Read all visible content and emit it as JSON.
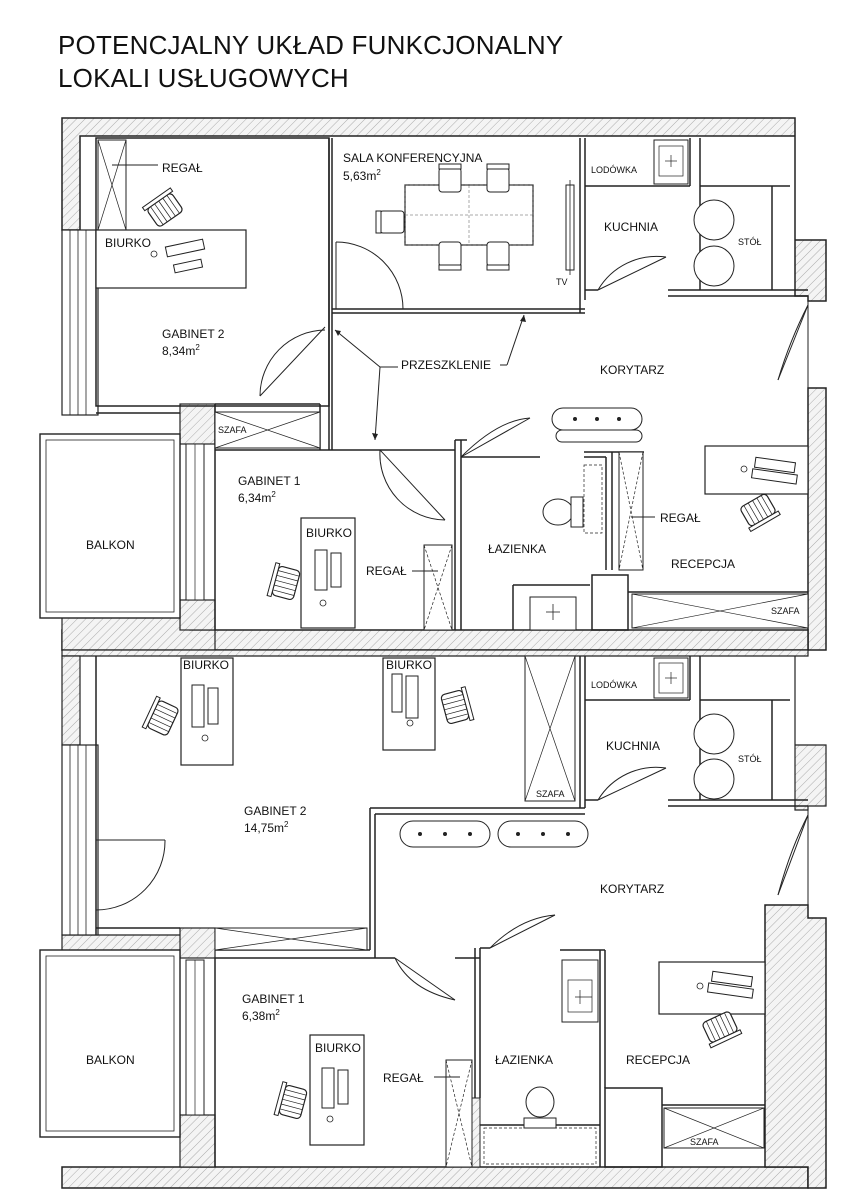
{
  "title": {
    "line1": "POTENCJALNY UKŁAD FUNKCJONALNY",
    "line2": "LOKALI USŁUGOWYCH"
  },
  "units": [
    {
      "rooms": [
        {
          "id": "gabinet2",
          "name": "GABINET 2",
          "area": "8,34m"
        },
        {
          "id": "sala",
          "name": "SALA KONFERENCYJNA",
          "area": "5,63m"
        },
        {
          "id": "kuchnia",
          "name": "KUCHNIA"
        },
        {
          "id": "korytarz",
          "name": "KORYTARZ"
        },
        {
          "id": "gabinet1",
          "name": "GABINET 1",
          "area": "6,34m"
        },
        {
          "id": "lazienka",
          "name": "ŁAZIENKA"
        },
        {
          "id": "recepcja",
          "name": "RECEPCJA"
        },
        {
          "id": "balkon",
          "name": "BALKON"
        }
      ],
      "fixtures": {
        "regal": "REGAŁ",
        "biurko": "BIURKO",
        "lodowka": "LODÓWKA",
        "stol": "STÓŁ",
        "tv": "TV",
        "szafa": "SZAFA",
        "przeszklenie": "PRZESZKLENIE"
      }
    },
    {
      "rooms": [
        {
          "id": "gabinet2",
          "name": "GABINET 2",
          "area": "14,75m"
        },
        {
          "id": "kuchnia",
          "name": "KUCHNIA"
        },
        {
          "id": "korytarz",
          "name": "KORYTARZ"
        },
        {
          "id": "gabinet1",
          "name": "GABINET 1",
          "area": "6,38m"
        },
        {
          "id": "lazienka",
          "name": "ŁAZIENKA"
        },
        {
          "id": "recepcja",
          "name": "RECEPCJA"
        },
        {
          "id": "balkon",
          "name": "BALKON"
        }
      ],
      "fixtures": {
        "regal": "REGAŁ",
        "biurko": "BIURKO",
        "lodowka": "LODÓWKA",
        "stol": "STÓŁ",
        "szafa": "SZAFA"
      }
    }
  ],
  "area_exponent": "2"
}
